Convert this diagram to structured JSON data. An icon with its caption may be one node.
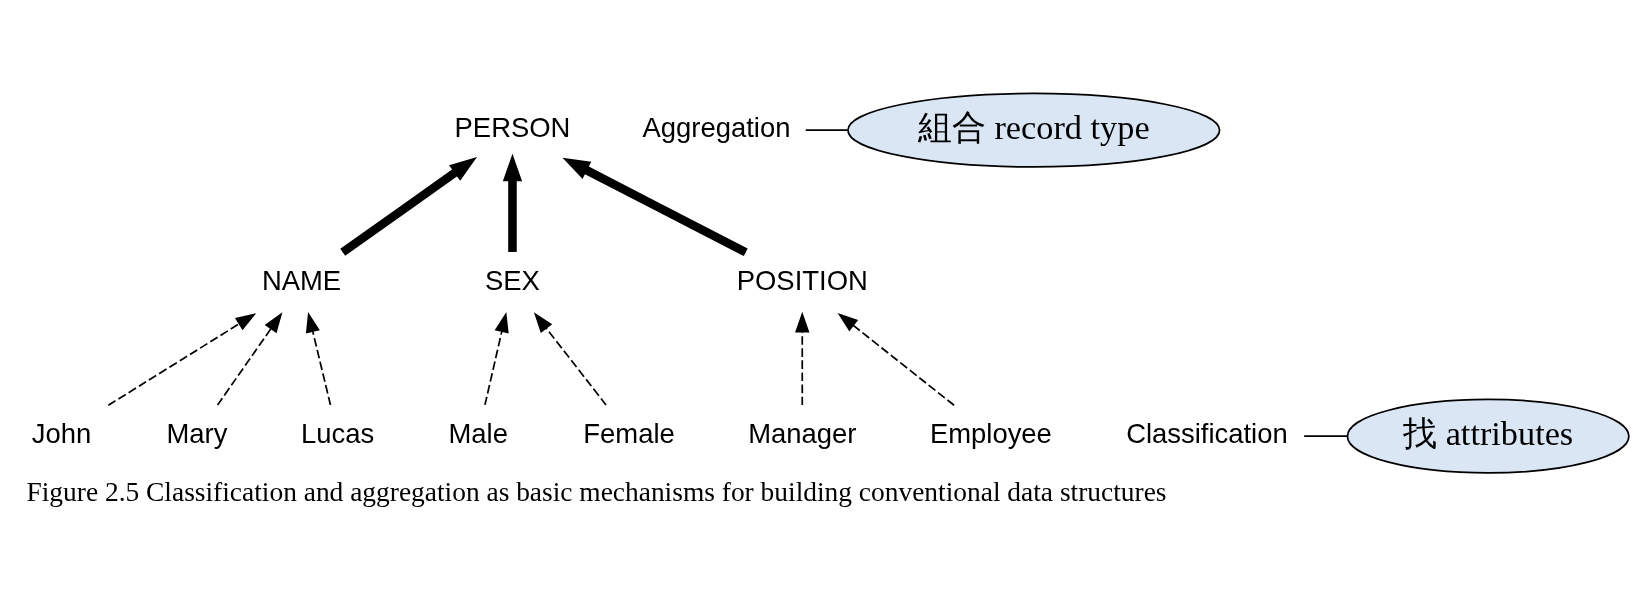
{
  "diagram": {
    "caption": "Figure 2.5 Classification and aggregation as basic mechanisms for building conventional data structures",
    "nodes": [
      {
        "text": [
          "PERSON"
        ]
      },
      {
        "text": [
          "NAME"
        ]
      },
      {
        "text": [
          "SEX"
        ]
      },
      {
        "text": [
          "POSITION"
        ]
      },
      {
        "text": [
          "John"
        ]
      },
      {
        "text": [
          "Mary"
        ]
      },
      {
        "text": [
          "Lucas"
        ]
      },
      {
        "text": [
          "Male"
        ]
      },
      {
        "text": [
          "Female"
        ]
      },
      {
        "text": [
          "Manager"
        ]
      },
      {
        "text": [
          "Employee"
        ]
      },
      {
        "text": [
          "Aggregation"
        ]
      },
      {
        "text": [
          "Classification"
        ]
      },
      {
        "text": [
          "組合 record type"
        ]
      },
      {
        "text": [
          "找 attributes"
        ]
      }
    ],
    "edges": [
      {
        "from": 1,
        "to": 0,
        "arrow": "to",
        "style": "thick"
      },
      {
        "from": 2,
        "to": 0,
        "arrow": "to",
        "style": "thick"
      },
      {
        "from": 3,
        "to": 0,
        "arrow": "to",
        "style": "thick"
      },
      {
        "from": 4,
        "to": 1,
        "arrow": "to",
        "style": "dashed"
      },
      {
        "from": 5,
        "to": 1,
        "arrow": "to",
        "style": "dashed"
      },
      {
        "from": 6,
        "to": 1,
        "arrow": "to",
        "style": "dashed"
      },
      {
        "from": 7,
        "to": 2,
        "arrow": "to",
        "style": "dashed"
      },
      {
        "from": 8,
        "to": 2,
        "arrow": "to",
        "style": "dashed"
      },
      {
        "from": 9,
        "to": 3,
        "arrow": "to",
        "style": "dashed"
      },
      {
        "from": 10,
        "to": 3,
        "arrow": "to",
        "style": "dashed"
      },
      {
        "from": 11,
        "to": 13,
        "arrow": "none"
      },
      {
        "from": 12,
        "to": 14,
        "arrow": "none"
      }
    ]
  }
}
